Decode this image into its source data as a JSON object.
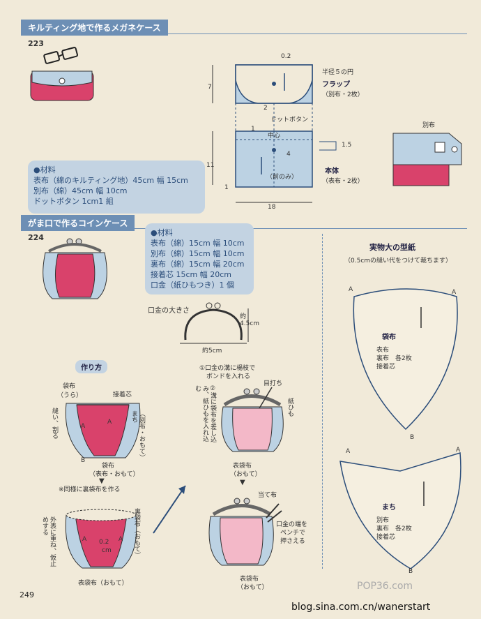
{
  "section1": {
    "title": "キルティング地で作るメガネケース",
    "number": "223",
    "materials_title": "●材料",
    "materials": [
      "表布（綿のキルティング地）45cm 幅 15cm",
      "別布（綿）45cm 幅 10cm",
      "ドットボタン 1cm1 組"
    ],
    "labels": {
      "d02": "0.2",
      "radius": "半径５の円",
      "flap": "フラップ",
      "flap_sub": "（別布・2枚）",
      "dot_button": "ドットボタン",
      "center": "中心",
      "d15": "1.5",
      "d7": "7",
      "d11": "11",
      "d18": "18",
      "d2": "2",
      "d1a": "1",
      "d1b": "1",
      "d4": "4",
      "front_only": "（前のみ）",
      "body": "本体",
      "body_sub": "（表布・2枚）",
      "betsununo": "別布"
    }
  },
  "section2": {
    "title": "がま口で作るコインケース",
    "number": "224",
    "materials_title": "●材料",
    "materials": [
      "表布（綿）15cm 幅 10cm",
      "別布（綿）15cm 幅 10cm",
      "裏布（綿）15cm 幅 20cm",
      "接着芯 15cm 幅 20cm",
      "口金（紙ひもつき）1 個"
    ],
    "kuchigane_size": "口金の大きさ",
    "height": "約4.5cm",
    "width": "約5cm",
    "howto": "作り方",
    "step1": {
      "bag_back": "袋布（うら）",
      "interfacing": "接着芯",
      "sew_split": "縫い、割る",
      "a1": "A",
      "a2": "A",
      "gusset": "（別布・おもて）まち",
      "b": "B",
      "bag_front": "袋布",
      "bag_front_sub": "（表布・おもて）"
    },
    "note_lining": "※同様に裏袋布を作る",
    "step2": {
      "lining": "裏袋布（おもて）",
      "overlap": "外表に重ね、仮止めする",
      "a1": "A",
      "a2": "A",
      "d02": "0.2",
      "cm": "cm",
      "outer": "表袋布（おもて）"
    },
    "step3": {
      "step1": "①口金の溝に楊枝で",
      "step1b": "ボンドを入れる",
      "step2": "②溝に袋布を差し込み、紙ひもを入れ込む",
      "eyelet": "目打ち",
      "paper_cord": "紙ひも",
      "outer": "表袋布",
      "outer_sub": "（おもて）"
    },
    "step4": {
      "pad": "当て布",
      "pliers1": "口金の端を",
      "pliers2": "ペンチで",
      "pliers3": "押さえる",
      "outer": "表袋布",
      "outer_sub": "（おもて）"
    }
  },
  "pattern": {
    "title": "実物大の型紙",
    "subtitle": "（0.5cmの縫い代をつけて裁ちます）",
    "bag": {
      "name": "袋布",
      "l1": "表布",
      "l2": "裏布　各2枚",
      "l3": "接着芯",
      "a1": "A",
      "a2": "A",
      "b": "B"
    },
    "gusset": {
      "name": "まち",
      "l1": "別布",
      "l2": "裏布　各2枚",
      "l3": "接着芯",
      "a1": "A",
      "a2": "A",
      "b": "B"
    }
  },
  "footer": {
    "page": "249",
    "watermark": "blog.sina.com.cn/wanerstart",
    "logo": "POP36.com"
  },
  "colors": {
    "accent": "#6d8fb5",
    "paper": "#f1ead9",
    "box": "#c3d3e2",
    "pink": "#d9426b",
    "lightblue": "#bcd2e3"
  }
}
